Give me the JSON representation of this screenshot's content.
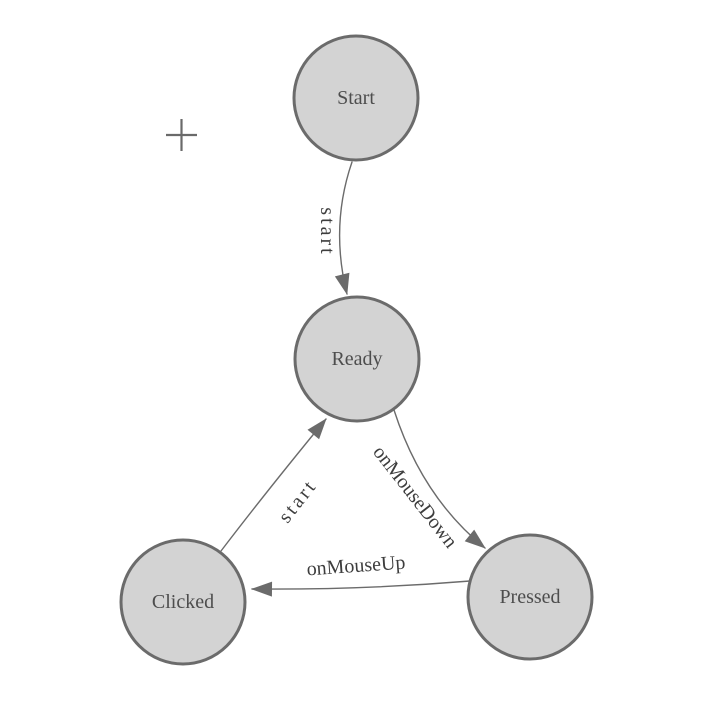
{
  "diagram": {
    "type": "state-machine",
    "nodes": [
      {
        "id": "start",
        "label": "Start"
      },
      {
        "id": "ready",
        "label": "Ready"
      },
      {
        "id": "clicked",
        "label": "Clicked"
      },
      {
        "id": "pressed",
        "label": "Pressed"
      }
    ],
    "edges": [
      {
        "from": "start",
        "to": "ready",
        "label": "start"
      },
      {
        "from": "ready",
        "to": "pressed",
        "label": "onMouseDown"
      },
      {
        "from": "pressed",
        "to": "clicked",
        "label": "onMouseUp"
      },
      {
        "from": "clicked",
        "to": "ready",
        "label": "start"
      }
    ]
  },
  "icons": {
    "crosshair_plus": "+"
  },
  "colors": {
    "background": "#ffffff",
    "node_fill": "#d3d3d3",
    "node_stroke": "#6b6b6b",
    "edge_stroke": "#6b6b6b",
    "arrow_fill": "#6b6b6b",
    "node_text": "#4d4d4d",
    "edge_text": "#3d3d3d",
    "crosshair": "#6a6a6a"
  }
}
